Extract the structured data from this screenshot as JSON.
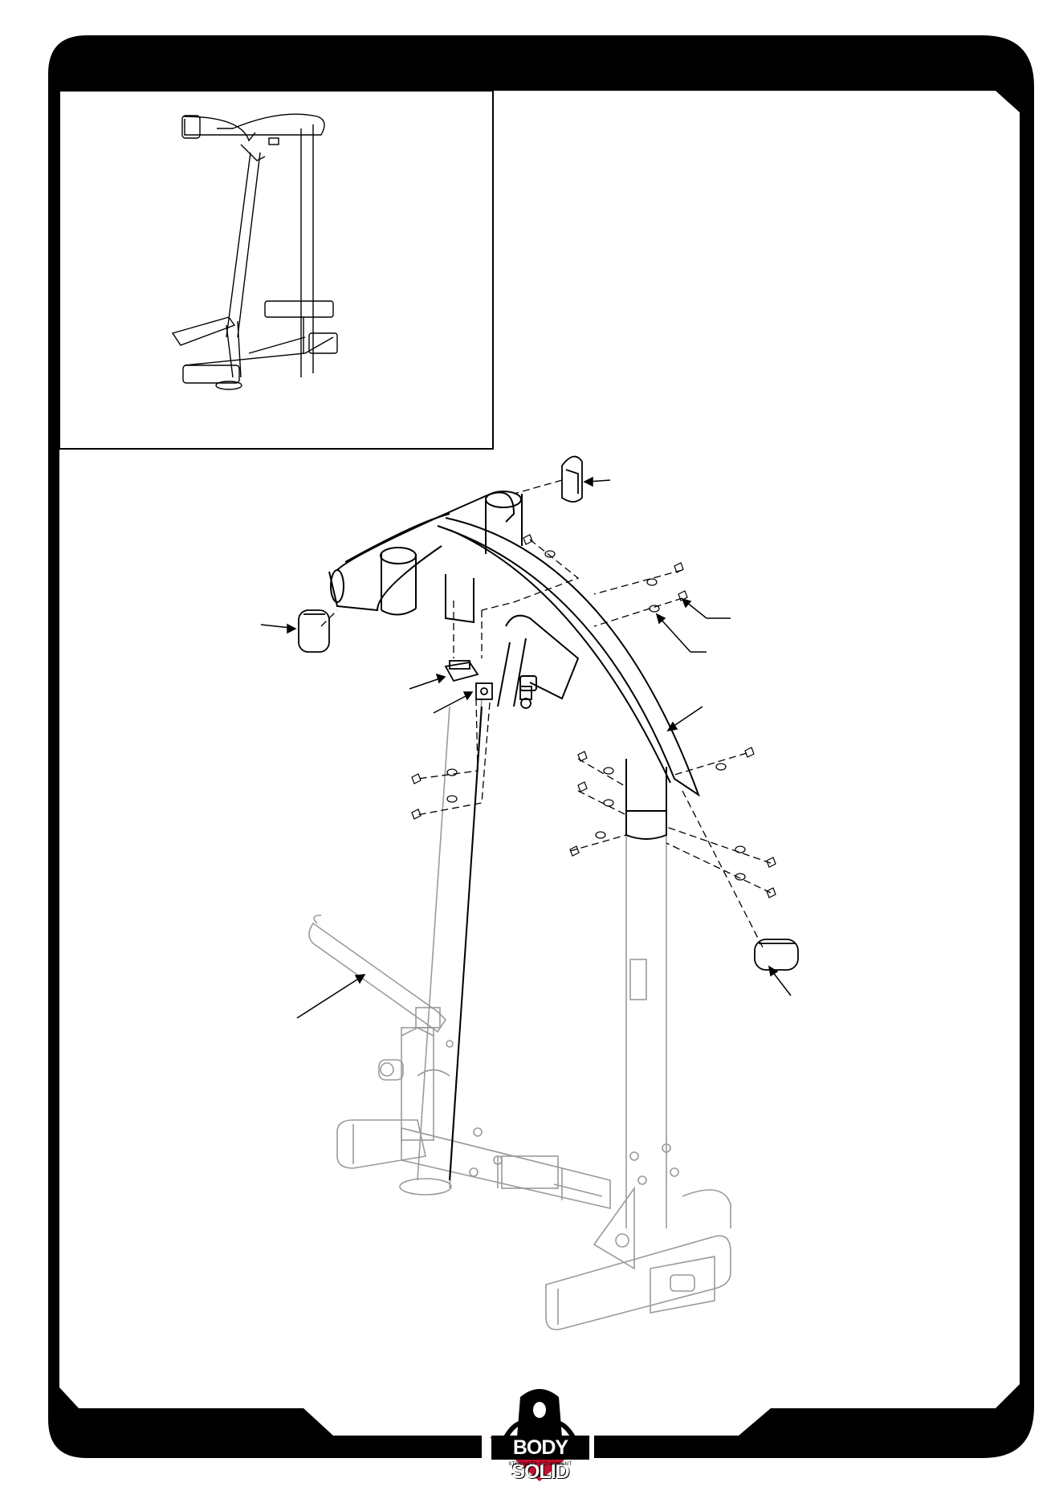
{
  "brand": {
    "logo_text": "BODY SOLID",
    "tagline": "STRENGTH   EQUIPMENT"
  },
  "colors": {
    "frame": "#000000",
    "page": "#ffffff",
    "logo_red": "#c8102e",
    "line": "#000000",
    "ghost_line": "#9a9a9a"
  },
  "icons": {
    "logo": "bodybuilder-logo",
    "callouts": "leader-arrow"
  }
}
